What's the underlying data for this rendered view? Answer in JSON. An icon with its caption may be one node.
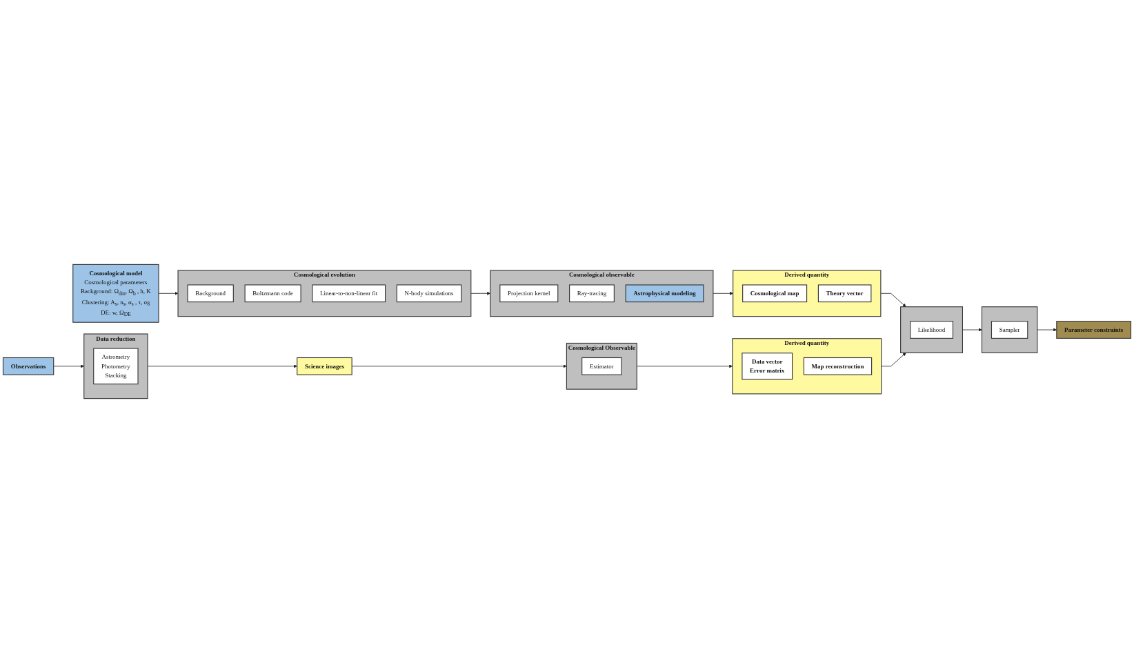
{
  "diagram": {
    "nodes": [
      {
        "text": [
          "Cosmological model",
          "Cosmological parameters",
          "Background: Ω$_{dm}$, Ω$_{b}$ , h, K",
          "Clustering: A$_{s}$, n$_{s}$, α$_{s}$ , τ, σ$_{8}$",
          "DE: w, Ω$_{DE}$"
        ]
      },
      {
        "text": [
          "Cosmological evolution"
        ]
      },
      {
        "text": [
          "Background"
        ],
        "in": 1
      },
      {
        "text": [
          "Boltzmann code"
        ],
        "in": 1
      },
      {
        "text": [
          "Linear-to-non-linear fit"
        ],
        "in": 1
      },
      {
        "text": [
          "N-body simulations"
        ],
        "in": 1
      },
      {
        "text": [
          "Cosmological observable"
        ]
      },
      {
        "text": [
          "Projection kernel"
        ],
        "in": 6
      },
      {
        "text": [
          "Ray-tracing"
        ],
        "in": 6
      },
      {
        "text": [
          "Astrophysical modeling"
        ],
        "in": 6
      },
      {
        "text": [
          "Derived quantity"
        ]
      },
      {
        "text": [
          "Cosmological map"
        ],
        "in": 10
      },
      {
        "text": [
          "Theory vector"
        ],
        "in": 10
      },
      {
        "text": [
          "Parameter  constraints"
        ]
      },
      {
        "text": [],
        "shape": "box"
      },
      {
        "text": [
          "Sampler"
        ],
        "in": 14
      },
      {
        "text": [],
        "shape": "box"
      },
      {
        "text": [
          "Likelihood"
        ],
        "in": 16
      },
      {
        "text": [
          "Observations"
        ]
      },
      {
        "text": [
          "Data reduction"
        ]
      },
      {
        "text": [
          "Astrometry",
          "Photometry",
          "Stacking"
        ],
        "in": 19
      },
      {
        "text": [
          "Science images"
        ]
      },
      {
        "text": [
          "Cosmological Observable"
        ]
      },
      {
        "text": [
          "Estimator"
        ],
        "in": 22
      },
      {
        "text": [
          "Derived quantity"
        ]
      },
      {
        "text": [
          "Data vector",
          "Error matrix"
        ],
        "in": 24
      },
      {
        "text": [
          "Map reconstruction"
        ],
        "in": 24
      }
    ],
    "edges": [
      {
        "from": 0,
        "to": 1,
        "arrow": "to"
      },
      {
        "from": 1,
        "to": 6,
        "arrow": "to"
      },
      {
        "from": 6,
        "to": 10,
        "arrow": "to"
      },
      {
        "from": 10,
        "to": 16,
        "arrow": "to"
      },
      {
        "from": 16,
        "to": 14,
        "arrow": "to"
      },
      {
        "from": 14,
        "to": 13,
        "arrow": "to"
      },
      {
        "from": 18,
        "to": 19,
        "arrow": "to"
      },
      {
        "from": 19,
        "to": 21,
        "arrow": "to"
      },
      {
        "from": 21,
        "to": 22,
        "arrow": "to"
      },
      {
        "from": 22,
        "to": 24,
        "arrow": "to"
      },
      {
        "from": 24,
        "to": 16,
        "arrow": "to"
      }
    ]
  }
}
